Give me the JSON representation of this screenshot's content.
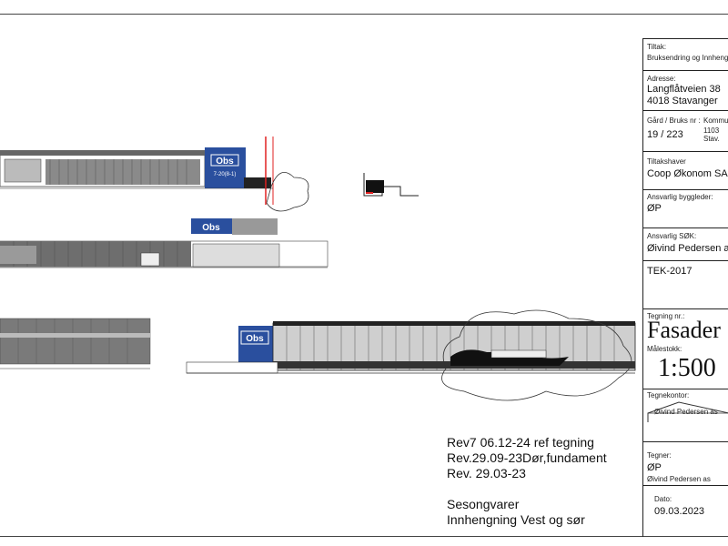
{
  "title_block": {
    "tiltak_label": "Tiltak:",
    "tiltak_value": "Bruksendring og Innhengni",
    "adresse_label": "Adresse:",
    "adresse_line1": "Langflåtveien 38",
    "adresse_line2": "4018 Stavanger",
    "gard_label": "Gård / Bruks nr :",
    "gard_value": "19 / 223",
    "kommune_label": "Kommun",
    "kommune_nr": "1103",
    "kommune_name": "Stav.",
    "tiltakshaver_label": "Tiltakshaver",
    "tiltakshaver_value": "Coop Økonom SA",
    "byggleder_label": "Ansvarlig byggleder:",
    "byggleder_value": "ØP",
    "sok_label": "Ansvarlig SØK:",
    "sok_value": "Øivind Pedersen a",
    "tek_value": "TEK-2017",
    "tegning_label": "Tegning nr.:",
    "tegning_value": "Fasader",
    "malestokk_label": "Målestokk:",
    "malestokk_value": "1:500",
    "tegnekontor_label": "Tegnekontor:",
    "tegnekontor_value": "Øivind Pedersen as",
    "tegner_label": "Tegner:",
    "tegner_value": "ØP",
    "tegner_company": "Øivind Pedersen as",
    "dato_label": "Dato:",
    "dato_value": "09.03.2023"
  },
  "revisions": [
    "Rev7 06.12-24 ref tegning",
    "Rev.29.09-23Dør,fundament",
    "Rev. 29.03-23",
    "",
    "Sesongvarer",
    "Innhengning Vest og sør"
  ],
  "signage": {
    "brand": "Obs",
    "sub": "7-20(8-1)"
  },
  "colors": {
    "brand_blue": "#2a4f9e",
    "facade_dark": "#555555",
    "highlight_red": "#e02020"
  }
}
